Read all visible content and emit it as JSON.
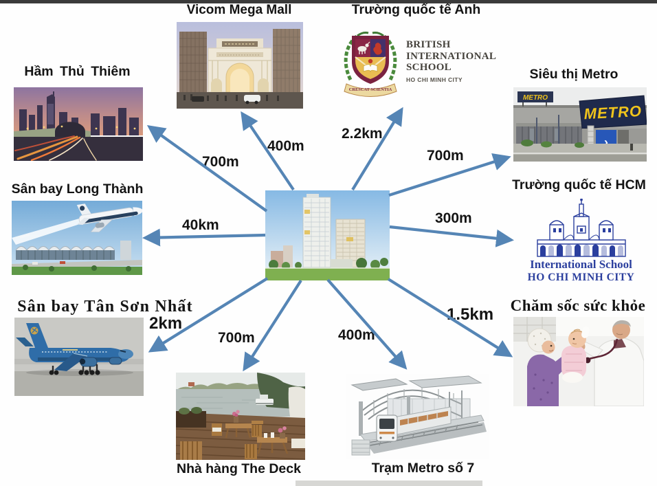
{
  "page": {
    "background": "#ffffff",
    "top_bar_color": "#3b3b3b",
    "arrow_color": "#5585b5"
  },
  "center": {
    "description": "high-rise apartment complex render"
  },
  "locations": [
    {
      "id": "vincom",
      "label": "Vicom Mega Mall",
      "distance": "400m"
    },
    {
      "id": "british_school",
      "label": "Trường quốc tế Anh",
      "distance": "2.2km",
      "logo": {
        "line1": "BRITISH",
        "line2": "INTERNATIONAL",
        "line3": "SCHOOL",
        "city": "HO CHI MINH CITY",
        "motto": "CRESCAT SCIENTIA"
      }
    },
    {
      "id": "thu_thiem_tunnel",
      "label": "Hầm Thủ Thiêm",
      "distance": "700m"
    },
    {
      "id": "metro_supermarket",
      "label": "Siêu thị Metro",
      "distance": "700m",
      "sign_large": "METRO",
      "sign_small": "METRO"
    },
    {
      "id": "long_thanh_airport",
      "label": "Sân bay Long Thành",
      "distance": "40km"
    },
    {
      "id": "ishcmc",
      "label": "Trường quốc tế HCM",
      "distance": "300m",
      "logo": {
        "line1": "International School",
        "line2": "HO CHI MINH CITY"
      }
    },
    {
      "id": "tan_son_nhat_airport",
      "label": "Sân bay Tân Sơn Nhất",
      "distance": "2km"
    },
    {
      "id": "the_deck_restaurant",
      "label": "Nhà hàng The Deck",
      "distance": "700m"
    },
    {
      "id": "metro_station_7",
      "label": "Trạm Metro số 7",
      "distance": "400m"
    },
    {
      "id": "health_care",
      "label": "Chăm sốc sức khỏe",
      "distance": "1.5km"
    }
  ]
}
